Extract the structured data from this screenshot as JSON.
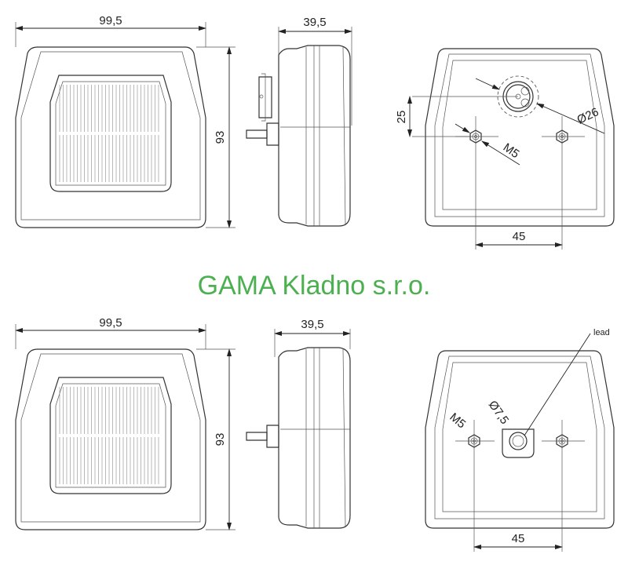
{
  "brand": {
    "text": "GAMA Kladno s.r.o.",
    "color": "#4cb050"
  },
  "top_row": {
    "front_width": "99,5",
    "front_height": "93",
    "side_depth": "39,5",
    "back_offset": "25",
    "connector_diameter": "Ø26",
    "thread": "M5",
    "stud_spacing": "45"
  },
  "bottom_row": {
    "front_width": "99,5",
    "front_height": "93",
    "side_depth": "39,5",
    "lead_label": "lead",
    "lead_hole_diameter": "Ø7,5",
    "thread": "M5",
    "stud_spacing": "45"
  }
}
